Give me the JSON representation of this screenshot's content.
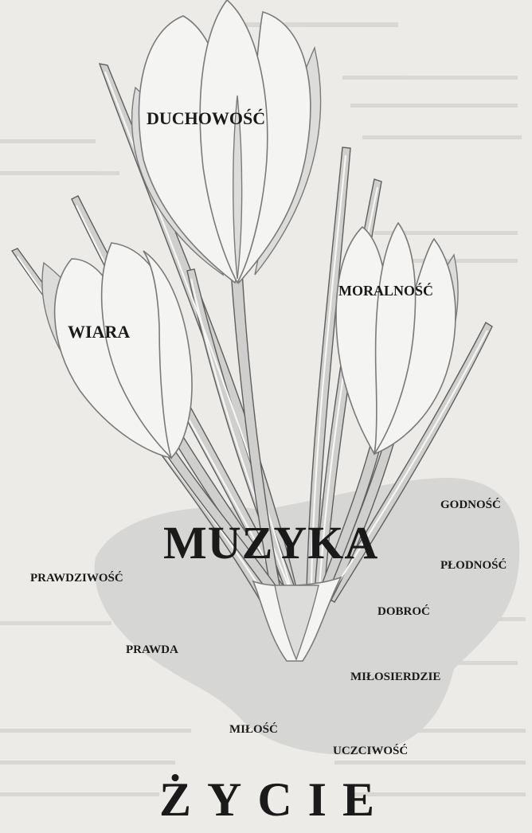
{
  "labels": {
    "duchowosc": "DUCHOWOŚĆ",
    "wiara": "WIARA",
    "moralnosc": "MORALNOŚĆ",
    "muzyka": "MUZYKA",
    "godnosc": "GODNOŚĆ",
    "plodnosc": "PŁODNOŚĆ",
    "prawdziwosc": "PRAWDZIWOŚĆ",
    "dobroc": "DOBROĆ",
    "prawda": "PRAWDA",
    "milosierdzie": "MIŁOSIERDZIE",
    "milosc": "MIŁOŚĆ",
    "uczciwosc": "UCZCIWOŚĆ",
    "zycie": "ŻYCIE"
  },
  "colors": {
    "background": "#ecebe7",
    "ground": "#d6d6d4",
    "text": "#1a1a1a"
  }
}
